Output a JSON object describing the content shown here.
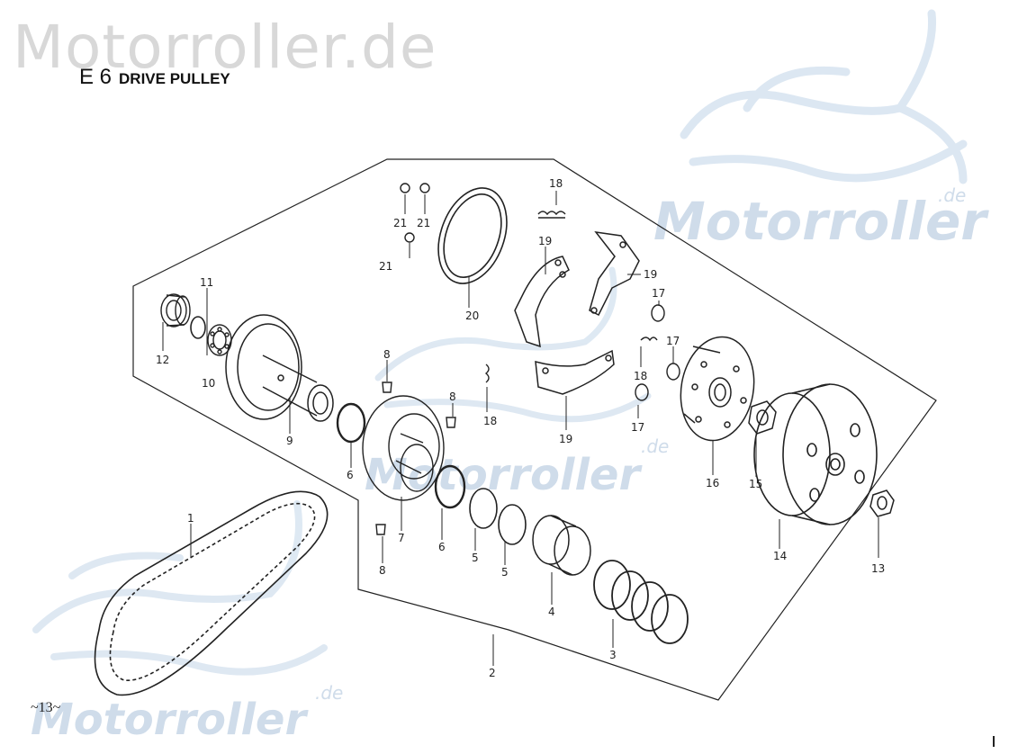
{
  "watermark": {
    "top_text": "Motorroller.de",
    "logo_text": "Motorroller",
    "logo_suffix": ".de"
  },
  "section": {
    "code": "E 6",
    "name": "DRIVE PULLEY"
  },
  "page_number": "~13~",
  "part_labels": {
    "p1": "1",
    "p2": "2",
    "p3": "3",
    "p4": "4",
    "p5a": "5",
    "p5b": "5",
    "p6a": "6",
    "p6b": "6",
    "p7": "7",
    "p8a": "8",
    "p8b": "8",
    "p8c": "8",
    "p9": "9",
    "p10": "10",
    "p11": "11",
    "p12": "12",
    "p13": "13",
    "p14": "14",
    "p15": "15",
    "p16": "16",
    "p17a": "17",
    "p17b": "17",
    "p17c": "17",
    "p18a": "18",
    "p18b": "18",
    "p18c": "18",
    "p19a": "19",
    "p19b": "19",
    "p19c": "19",
    "p20": "20",
    "p21a": "21",
    "p21b": "21",
    "p21c": "21"
  },
  "colors": {
    "line": "#222222",
    "watermark": "#cfdcea"
  }
}
